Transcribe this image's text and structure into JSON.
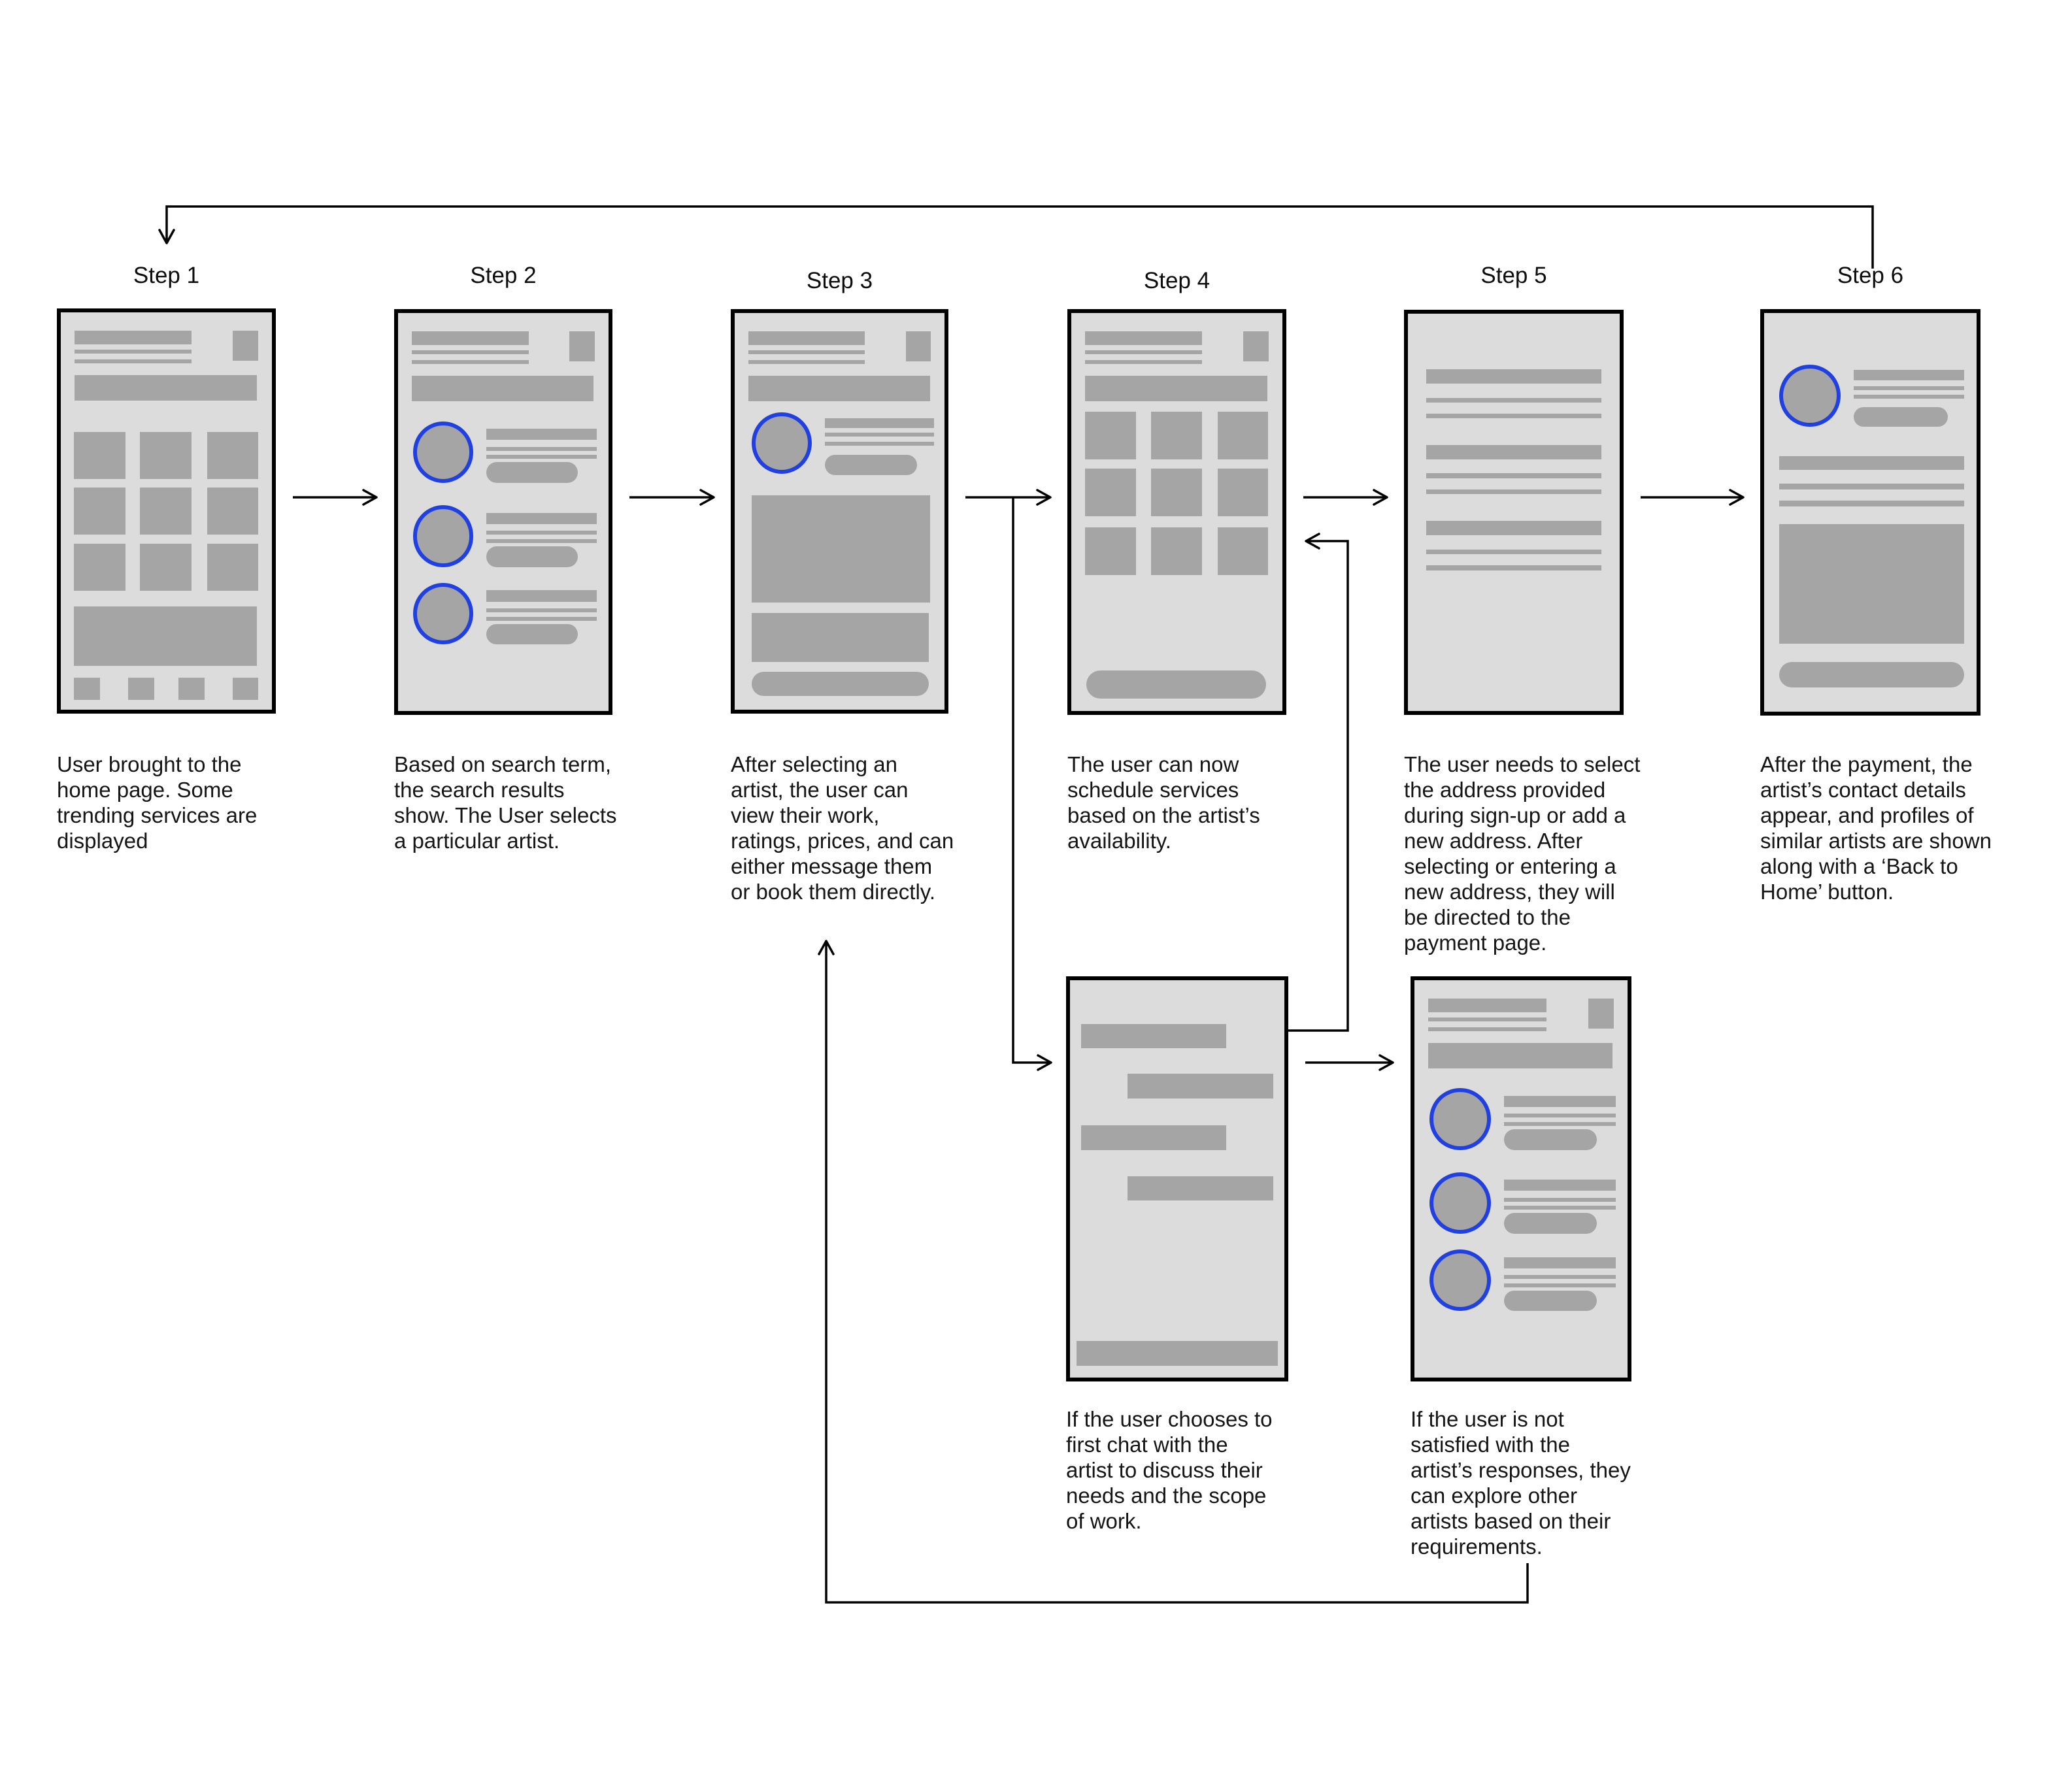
{
  "colors": {
    "page_bg": "#ffffff",
    "frame_bg": "#dcdcdc",
    "frame_border": "#000000",
    "placeholder_gray": "#a5a5a5",
    "accent_blue": "#2140e2",
    "connector": "#000000",
    "text": "#151515"
  },
  "steps": [
    {
      "label": "Step 1",
      "sketch": "home-page-wireframe-with-services-grid",
      "caption": [
        "User brought to the",
        "home page. Some",
        "trending services are",
        "displayed"
      ]
    },
    {
      "label": "Step 2",
      "sketch": "search-results-wireframe-with-artist-avatars",
      "caption": [
        "Based on search term,",
        "the search results",
        "show. The User selects",
        "a particular artist."
      ]
    },
    {
      "label": "Step 3",
      "sketch": "artist-profile-wireframe",
      "caption": [
        "After selecting an",
        "artist, the user can",
        "view their work,",
        "ratings, prices, and can",
        "either message them",
        "or book them directly."
      ]
    },
    {
      "label": "Step 4",
      "sketch": "schedule-services-wireframe-with-slots-grid",
      "caption": [
        "The user can now",
        "schedule services",
        "based on the artist’s",
        "availability."
      ]
    },
    {
      "label": "Step 5",
      "sketch": "address-selection-wireframe",
      "caption": [
        "The user needs to select",
        "the address provided",
        "during sign-up or add a",
        "new address. After",
        "selecting or entering a",
        "new address, they will",
        "be directed to the",
        "payment page."
      ]
    },
    {
      "label": "Step 6",
      "sketch": "confirmation-wireframe-with-similar-artists",
      "caption": [
        "After the payment, the",
        "artist’s contact details",
        "appear, and profiles of",
        "similar artists are shown",
        "along with a ‘Back to",
        "Home’ button."
      ]
    }
  ],
  "branches": [
    {
      "name": "chat-with-artist",
      "sketch": "chat-conversation-wireframe",
      "caption": [
        "If the user chooses to",
        "first chat with the",
        "artist to discuss their",
        "needs and the scope",
        "of work."
      ]
    },
    {
      "name": "explore-other-artists",
      "sketch": "artist-list-wireframe-with-avatars",
      "caption": [
        "If the user is not",
        "satisfied with the",
        "artist’s responses, they",
        "can explore other",
        "artists based on their",
        "requirements."
      ]
    }
  ],
  "connectors": [
    {
      "from": "Step 1",
      "to": "Step 2"
    },
    {
      "from": "Step 2",
      "to": "Step 3"
    },
    {
      "from": "Step 3",
      "to": "Step 4"
    },
    {
      "from": "Step 3",
      "to": "chat-with-artist"
    },
    {
      "from": "Step 4",
      "to": "Step 5"
    },
    {
      "from": "Step 5",
      "to": "Step 6"
    },
    {
      "from": "chat-with-artist",
      "to": "Step 4"
    },
    {
      "from": "chat-with-artist",
      "to": "explore-other-artists"
    },
    {
      "from": "explore-other-artists",
      "to": "Step 3"
    },
    {
      "from": "Step 6",
      "to": "Step 1"
    }
  ]
}
